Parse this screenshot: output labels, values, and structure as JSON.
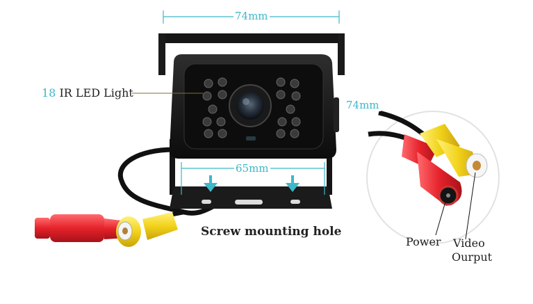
{
  "dimensions": {
    "width_label": "74mm",
    "height_label": "74mm",
    "mount_label": "65mm"
  },
  "callouts": {
    "ir_count": "18",
    "ir_text": "IR LED Light",
    "screw_hole": "Screw mounting hole",
    "power": "Power",
    "video_line1": "Video",
    "video_line2": "Ourput"
  },
  "colors": {
    "accent_teal": "#3db8c8",
    "cable_red": "#e8333a",
    "cable_yellow": "#f2d21b",
    "camera_body": "#151515"
  },
  "icons": [
    "down-arrow-icon",
    "down-arrow-icon"
  ]
}
